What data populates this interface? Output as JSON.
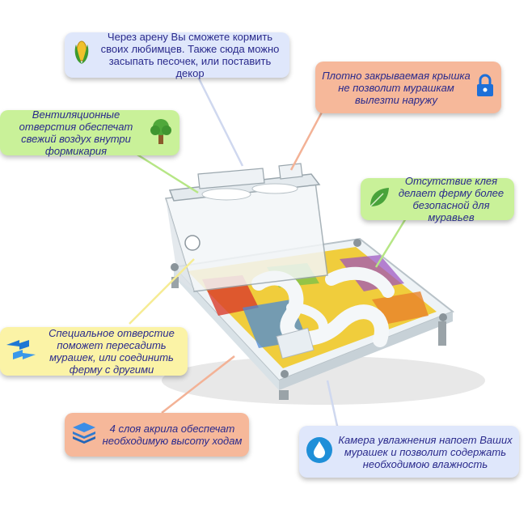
{
  "callouts": {
    "arena": "Через арену Вы сможете кормить своих любимцев. Также сюда можно засыпать песочек, или поставить декор",
    "lid": "Плотно закрываемая крышка не позволит мурашкам вылезти наружу",
    "vent": "Вентиляционные отверстия обеспечат свежий воздух внутри формикария",
    "glue": "Отсутствие клея делает ферму более безопасной для муравьев",
    "hole": "Специальное отверстие поможет пересадить мурашек, или соединить ферму с другими",
    "layers": "4 слоя акрила обеспечат необходимую высоту ходам",
    "humidity": "Камера увлажнения напоет Ваших мурашек и позволит содержать необходимою влажность"
  },
  "icons": [
    "corn-icon",
    "lock-icon",
    "tree-icon",
    "leaf-icon",
    "arrows-icon",
    "layers-icon",
    "water-drop-icon"
  ],
  "colors": {
    "text": "#2a2a8c",
    "blue_box": "#dfe7fb",
    "salmon_box": "#f6b89a",
    "green_box": "#c9f199",
    "yellow_box": "#fbf3a6"
  }
}
